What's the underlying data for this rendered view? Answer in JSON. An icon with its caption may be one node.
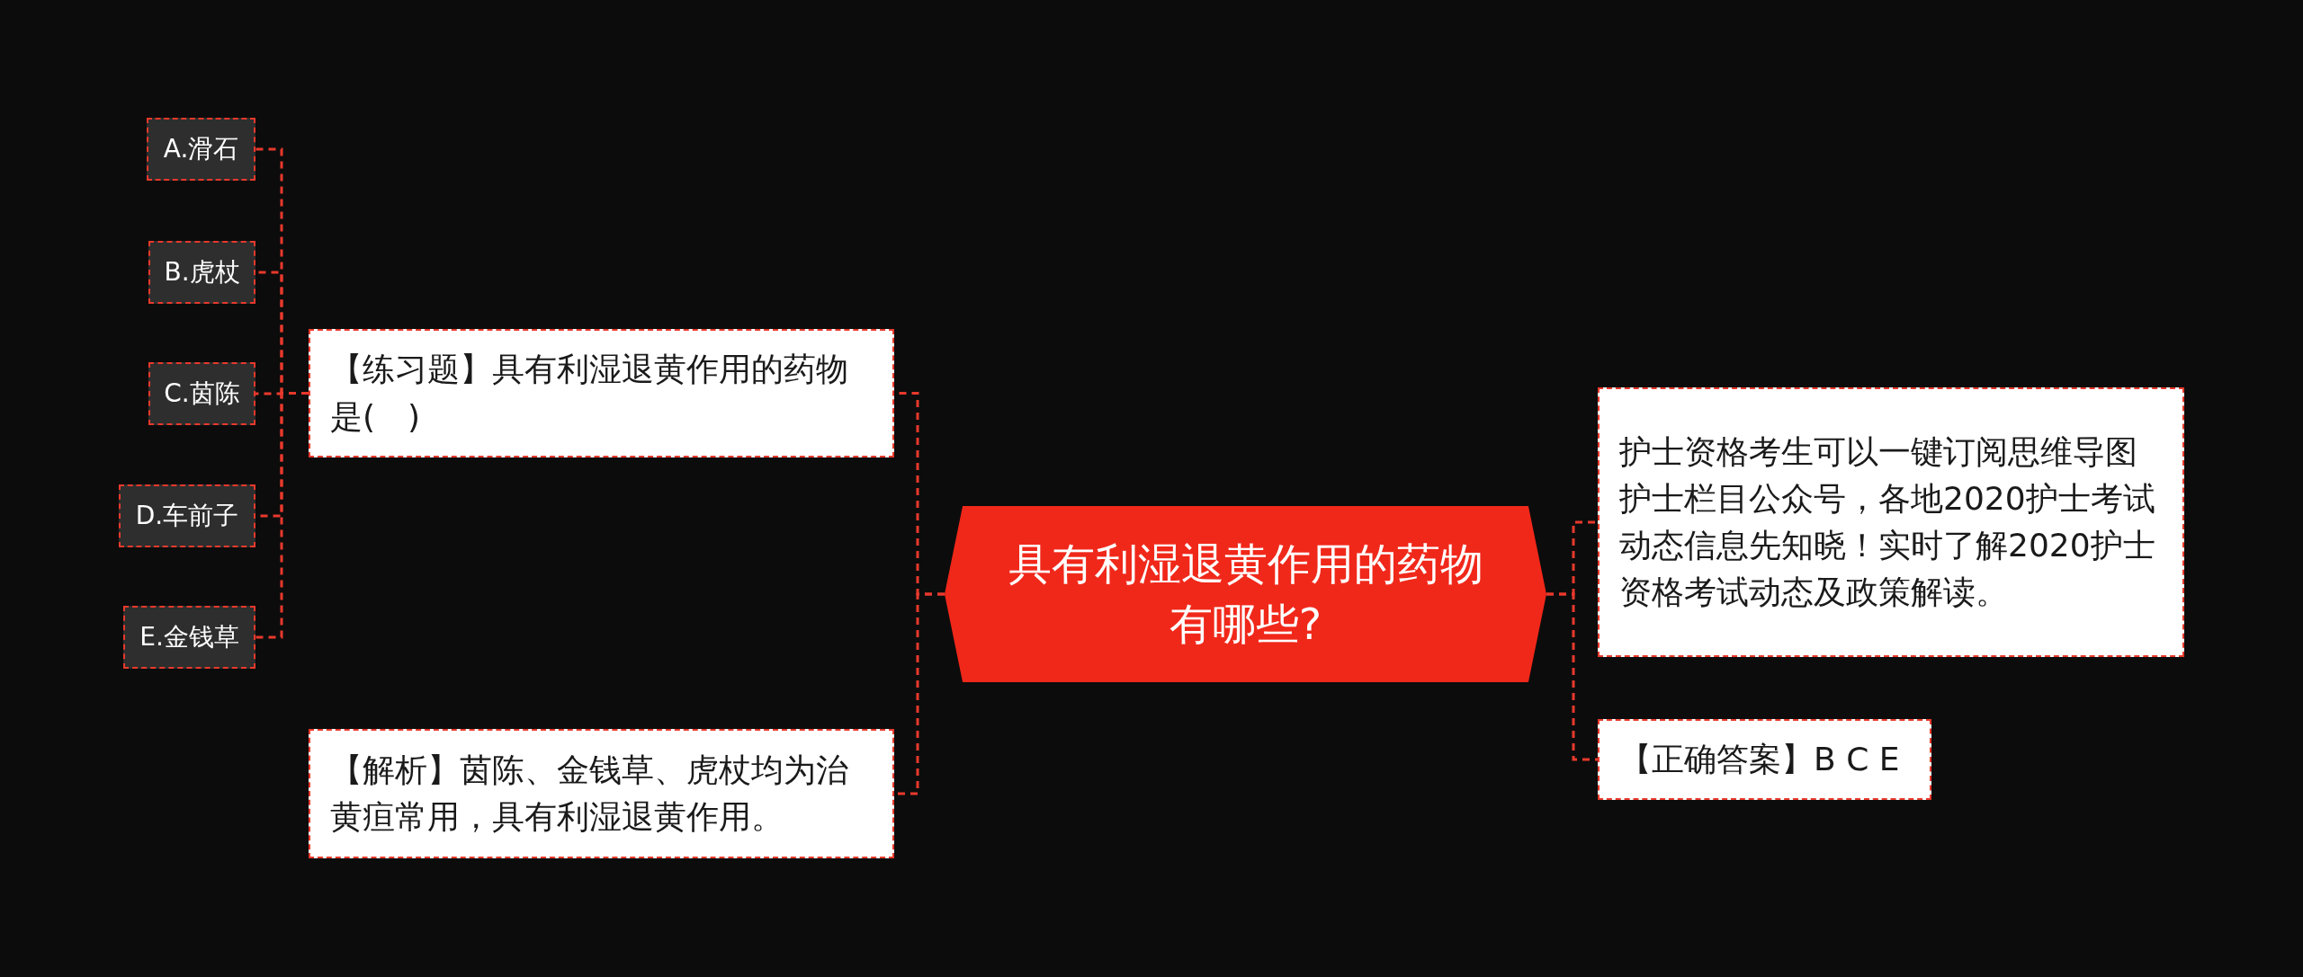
{
  "diagram": {
    "nodes": [
      {
        "text": [
          "具有利湿退黄作用的药物有哪些?"
        ]
      },
      {
        "text": [
          "【练习题】具有利湿退黄作用的药物是(　)"
        ]
      },
      {
        "text": [
          "A.滑石"
        ]
      },
      {
        "text": [
          "B.虎杖"
        ]
      },
      {
        "text": [
          "C.茵陈"
        ]
      },
      {
        "text": [
          "D.车前子"
        ]
      },
      {
        "text": [
          "E.金钱草"
        ]
      },
      {
        "text": [
          "【解析】茵陈、金钱草、虎杖均为治黄疸常用，具有利湿退黄作用。"
        ]
      },
      {
        "text": [
          "护士资格考生可以一键订阅思维导图护士栏目公众号，各地2020护士考试动态信息先知晓！实时了解2020护士资格考试动态及政策解读。"
        ]
      },
      {
        "text": [
          "【正确答案】B C E"
        ]
      }
    ],
    "edges": [
      {
        "from": 0,
        "to": 1,
        "arrow": "none"
      },
      {
        "from": 1,
        "to": 2,
        "arrow": "none"
      },
      {
        "from": 1,
        "to": 3,
        "arrow": "none"
      },
      {
        "from": 1,
        "to": 4,
        "arrow": "none"
      },
      {
        "from": 1,
        "to": 5,
        "arrow": "none"
      },
      {
        "from": 1,
        "to": 6,
        "arrow": "none"
      },
      {
        "from": 0,
        "to": 7,
        "arrow": "none"
      },
      {
        "from": 0,
        "to": 8,
        "arrow": "none"
      },
      {
        "from": 0,
        "to": 9,
        "arrow": "none"
      }
    ]
  }
}
